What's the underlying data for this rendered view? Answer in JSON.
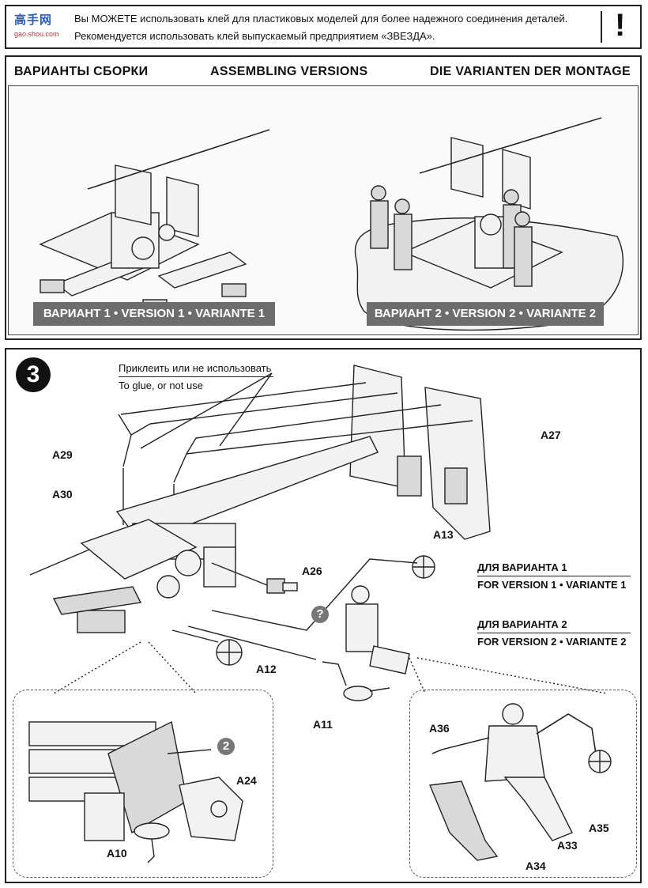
{
  "logo": {
    "title": "高手网",
    "subtitle": "gao.shou.com"
  },
  "notice": {
    "line1": "Вы МОЖЕТЕ использовать клей для пластиковых моделей для более надежного соединения деталей.",
    "line2": "Рекомендуется использовать клей выпускаемый предприятием «ЗВЕЗДА».",
    "mark": "!"
  },
  "versions": {
    "heading_ru": "ВАРИАНТЫ СБОРКИ",
    "heading_en": "ASSEMBLING VERSIONS",
    "heading_de": "DIE VARIANTEN DER MONTAGE",
    "banner1": "ВАРИАНТ 1 • VERSION 1 • VARIANTE 1",
    "banner2": "ВАРИАНТ 2 • VERSION 2 • VARIANTE 2"
  },
  "step": {
    "number": "3",
    "glue_note_ru": "Приклеить или не использовать",
    "glue_note_en": "To glue, or not use",
    "parts": [
      "A29",
      "A30",
      "A27",
      "A13",
      "A26",
      "A12",
      "A11",
      "A36",
      "A24",
      "A10",
      "A35",
      "A33",
      "A34"
    ],
    "version1_ru": "ДЛЯ ВАРИАНТА 1",
    "version1_en": "FOR VERSION 1 • VARIANTE 1",
    "version2_ru": "ДЛЯ ВАРИАНТА 2",
    "version2_en": "FOR VERSION 2 • VARIANTE 2",
    "question": "?",
    "detail_ref": "2"
  }
}
